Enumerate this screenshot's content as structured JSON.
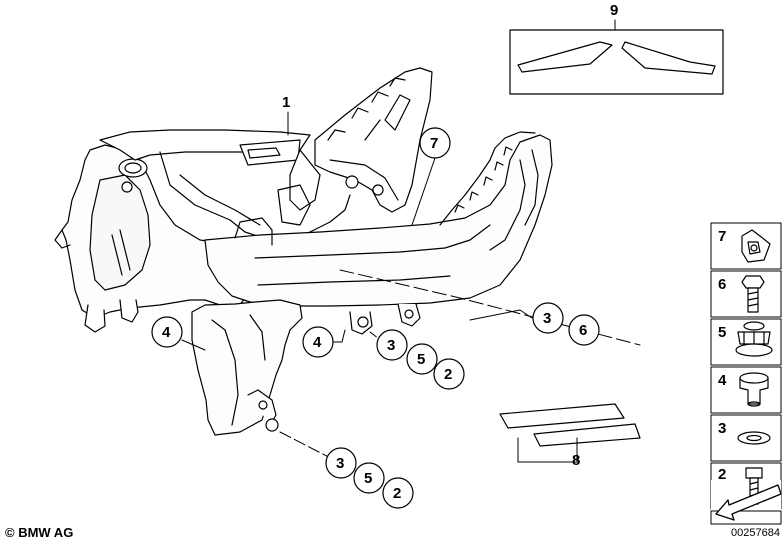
{
  "diagram": {
    "callouts": [
      {
        "id": "c1",
        "text": "1"
      },
      {
        "id": "c7",
        "text": "7"
      },
      {
        "id": "c9",
        "text": "9"
      },
      {
        "id": "c4a",
        "text": "4"
      },
      {
        "id": "c4b",
        "text": "4"
      },
      {
        "id": "c3a",
        "text": "3"
      },
      {
        "id": "c6a",
        "text": "6"
      },
      {
        "id": "c3b",
        "text": "3"
      },
      {
        "id": "c5b",
        "text": "5"
      },
      {
        "id": "c2b",
        "text": "2"
      },
      {
        "id": "c3c",
        "text": "3"
      },
      {
        "id": "c5c",
        "text": "5"
      },
      {
        "id": "c2c",
        "text": "2"
      },
      {
        "id": "c8",
        "text": "8"
      }
    ],
    "legend": [
      {
        "number": "7",
        "icon": "clip-nut-icon"
      },
      {
        "number": "6",
        "icon": "hex-bolt-icon"
      },
      {
        "number": "5",
        "icon": "collar-nut-icon"
      },
      {
        "number": "4",
        "icon": "bushing-icon"
      },
      {
        "number": "3",
        "icon": "washer-icon"
      },
      {
        "number": "2",
        "icon": "socket-screw-icon"
      }
    ],
    "footer": {
      "copyright": "© BMW AG",
      "document_number": "00257684"
    }
  }
}
